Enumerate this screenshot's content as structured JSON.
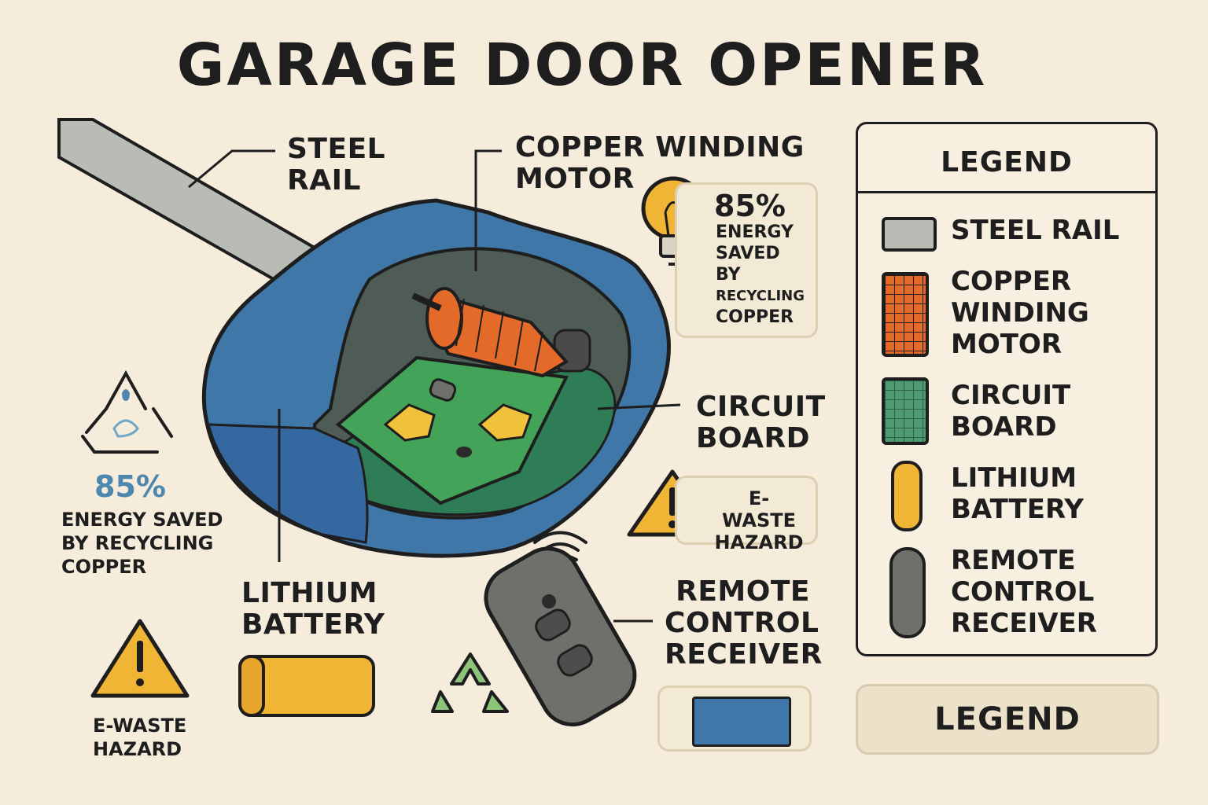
{
  "title": "GARAGE DOOR OPENER",
  "labels": {
    "steel_rail": [
      "STEEL",
      "RAIL"
    ],
    "copper_motor": [
      "COPPER WINDING",
      "MOTOR"
    ],
    "circuit_board": [
      "CIRCUIT",
      "BOARD"
    ],
    "lithium_battery": [
      "LITHIUM",
      "BATTERY"
    ],
    "remote_receiver": [
      "REMOTE",
      "CONTROL",
      "RECEIVER"
    ]
  },
  "energy_card": {
    "percent": "85%",
    "lines": [
      "ENERGY",
      "SAVED",
      "BY",
      "RECYCLING",
      "COPPER"
    ]
  },
  "ewaste_card": {
    "lines": [
      "E-WASTE",
      "HAZARD"
    ]
  },
  "left_energy": {
    "percent": "85%",
    "lines": [
      "ENERGY SAVED",
      "BY RECYCLING",
      "COPPER"
    ]
  },
  "left_ewaste": {
    "lines": [
      "E-WASTE",
      "HAZARD"
    ]
  },
  "legend": {
    "title": "LEGEND",
    "items": [
      {
        "lines": [
          "STEEL RAIL"
        ],
        "icon": "steel-swatch"
      },
      {
        "lines": [
          "COPPER",
          "WINDING",
          "MOTOR"
        ],
        "icon": "copper-swatch"
      },
      {
        "lines": [
          "CIRCUIT",
          "BOARD"
        ],
        "icon": "circuit-swatch"
      },
      {
        "lines": [
          "LITHIUM",
          "BATTERY"
        ],
        "icon": "battery-swatch"
      },
      {
        "lines": [
          "REMOTE",
          "CONTROL",
          "RECEIVER"
        ],
        "icon": "remote-swatch"
      }
    ],
    "button_label": "LEGEND"
  },
  "colors": {
    "background": "#f5ecdc",
    "housing_blue": "#3f78a8",
    "copper": "#e46a2a",
    "circuit_green": "#3f9a55",
    "battery_yellow": "#f0b535",
    "steel_gray": "#b9bbb5",
    "remote_gray": "#6f706c",
    "recycle_green": "#8cc47a"
  }
}
